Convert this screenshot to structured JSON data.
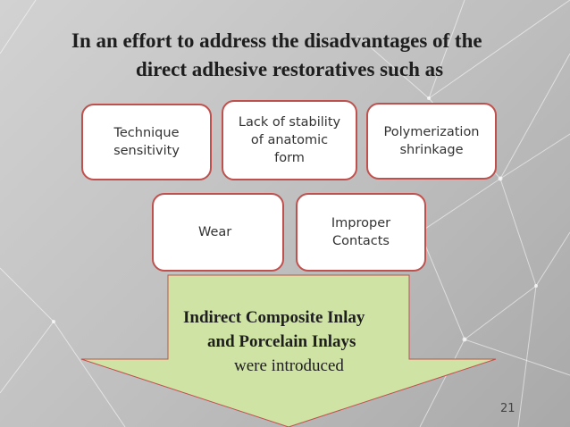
{
  "slide": {
    "title_line1": "In an effort to address the disadvantages of the",
    "title_line2": "direct adhesive restoratives such as",
    "boxes": [
      {
        "label": "Technique\nsensitivity"
      },
      {
        "label": "Lack of stability\nof anatomic\nform"
      },
      {
        "label": "Polymerization\nshrinkage"
      },
      {
        "label": "Wear"
      },
      {
        "label": "Improper\nContacts"
      }
    ],
    "arrow": {
      "line1": "Indirect Composite Inlay",
      "line2": "and Porcelain Inlays",
      "line3": "were introduced",
      "fill_color": "#cfe3a5",
      "border_color": "#c0504d"
    },
    "page_number": "21",
    "box_border_color": "#c0504d"
  }
}
